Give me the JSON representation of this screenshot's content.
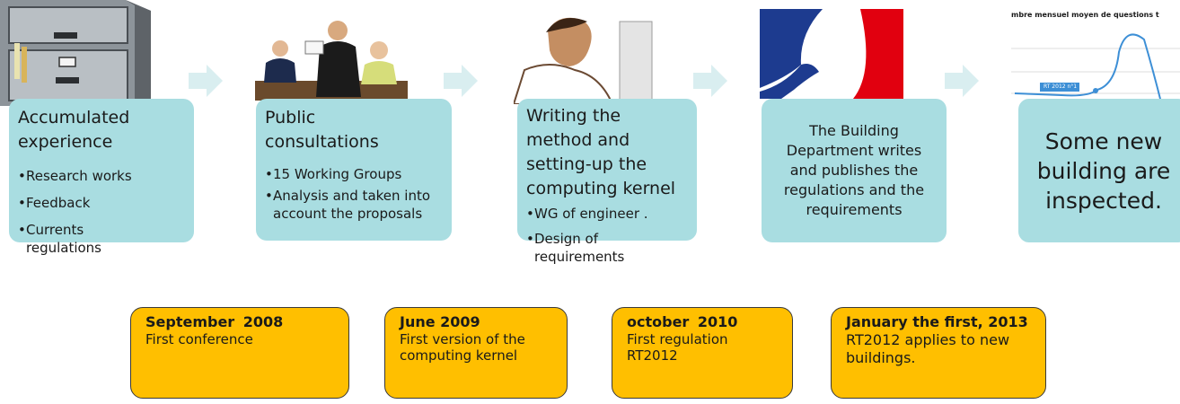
{
  "colors": {
    "step_fill": "#a9dde1",
    "arrow_fill": "#d9eef0",
    "date_fill": "#ffbf00"
  },
  "steps": [
    {
      "title": "Accumulated experience",
      "bullets": [
        "Research works",
        "Feedback",
        "Currents regulations"
      ]
    },
    {
      "title": "Public consultations",
      "bullets": [
        "15 Working Groups",
        "Analysis and taken into account the proposals"
      ]
    },
    {
      "title": "Writing the method and setting-up the computing kernel",
      "bullets": [
        "WG of engineer .",
        "Design of requirements"
      ]
    },
    {
      "title": "The Building Department writes and publishes the regulations and the requirements",
      "bullets": []
    },
    {
      "title": "Some new building are inspected.",
      "bullets": []
    }
  ],
  "chart_thumb": {
    "title": "mbre mensuel moyen de questions t",
    "tag": "RT 2012 n°1"
  },
  "milestones": [
    {
      "date": "September 2008",
      "text": "First conference"
    },
    {
      "date": "June 2009",
      "text": "First version of the computing kernel"
    },
    {
      "date": "october 2010",
      "text": "First regulation RT2012"
    },
    {
      "date": "January the first, 2013",
      "text": "RT2012 applies to new buildings."
    }
  ]
}
